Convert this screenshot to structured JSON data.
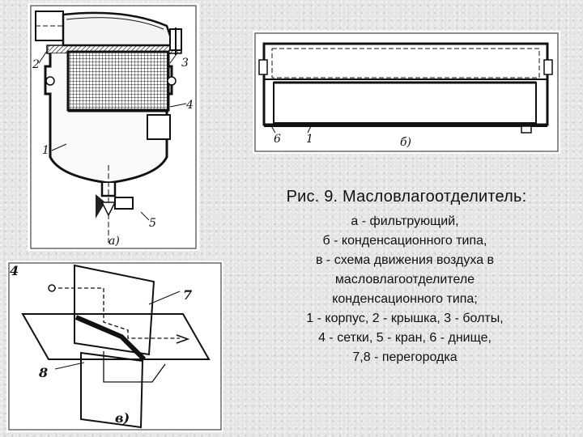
{
  "caption": {
    "title": "Рис. 9. Масловлагоотделитель:",
    "lines": [
      "а - фильтрующий,",
      "б - конденсационного типа,",
      "в - схема движения воздуха в",
      "масловлагоотделителе",
      "конденсационного типа;",
      "1 - корпус, 2 - крышка, 3 - болты,",
      "4 - сетки, 5 - кран, 6 - днище,",
      "7,8 - перегородка"
    ]
  },
  "figure_a": {
    "part_labels": [
      "2",
      "3",
      "4",
      "1",
      "5"
    ],
    "panel_label": "а)"
  },
  "figure_b": {
    "part_labels": [
      "6",
      "1"
    ],
    "panel_label": "б)"
  },
  "figure_c": {
    "part_labels": [
      "4",
      "7",
      "8"
    ],
    "panel_label": "в)"
  }
}
